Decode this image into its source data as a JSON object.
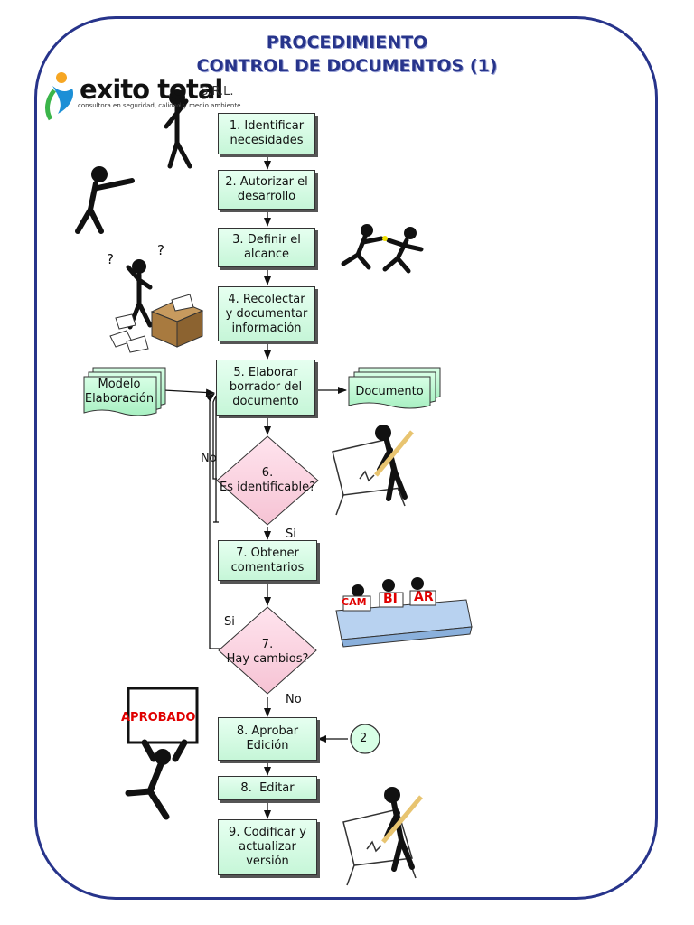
{
  "title": {
    "line1": "PROCEDIMIENTO",
    "line2": "CONTROL DE DOCUMENTOS (1)"
  },
  "logo": {
    "name": "exito total",
    "suffix": "S.R.L.",
    "tagline": "consultora en seguridad, calidad y medio ambiente"
  },
  "steps": {
    "s1": [
      "1. Identificar",
      "necesidades"
    ],
    "s2": [
      "2. Autorizar el",
      "desarrollo"
    ],
    "s3": [
      "3. Definir el",
      "alcance"
    ],
    "s4": [
      "4. Recolectar",
      "y documentar",
      "información"
    ],
    "s5": [
      "5. Elaborar",
      "borrador del",
      "documento"
    ],
    "s7": [
      "7. Obtener",
      "comentarios"
    ],
    "s8a": [
      "8. Aprobar",
      "Edición"
    ],
    "s8b": [
      "8.  Editar"
    ],
    "s9": [
      "9. Codificar y",
      "actualizar",
      "versión"
    ]
  },
  "decisions": {
    "d6": [
      "6.",
      "Es identificable?"
    ],
    "d7": [
      "7.",
      "Hay cambios?"
    ]
  },
  "documents": {
    "input": [
      "Modelo",
      "Elaboración"
    ],
    "output": [
      "Documento"
    ]
  },
  "connector": "2",
  "branch_labels": {
    "d6_no": "No",
    "d6_yes": "Si",
    "d7_yes": "Si",
    "d7_no": "No"
  },
  "illustration_text": {
    "aprobado": "APROBADO",
    "sign1": "CAM",
    "sign2": "BI",
    "sign3": "AR"
  }
}
